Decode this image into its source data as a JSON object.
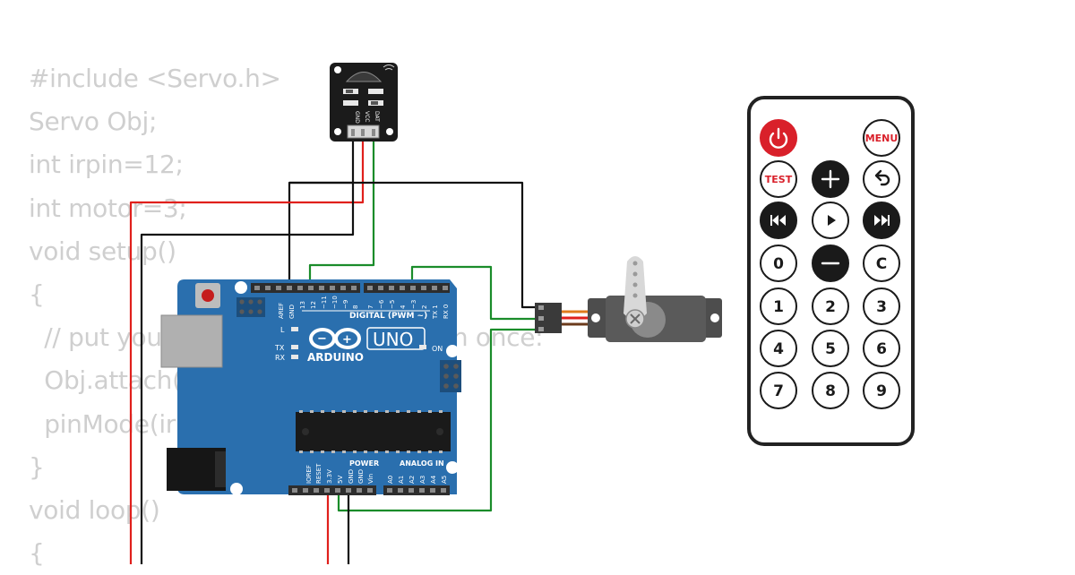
{
  "code_lines": [
    "#include <Servo.h>",
    "Servo Obj;",
    "int irpin=12;",
    "int motor=3;",
    "void setup()",
    "{",
    "  // put your setup code here, to run once:",
    "  Obj.attach(motor);",
    "  pinMode(irpin, INPUT);",
    "}",
    "void loop()",
    "{"
  ],
  "arduino": {
    "brand": "ARDUINO",
    "model": "UNO",
    "on_label": "ON",
    "led_l": "L",
    "led_tx": "TX",
    "led_rx": "RX",
    "digital_label": "DIGITAL (PWM ~)",
    "power_label": "POWER",
    "analog_label": "ANALOG IN",
    "top_pins": [
      "AREF",
      "GND",
      "13",
      "12",
      "~11",
      "~10",
      "~9",
      "8",
      "7",
      "~6",
      "~5",
      "4",
      "~3",
      "2",
      "TX 1",
      "RX 0"
    ],
    "bottom_pins": [
      "IOREF",
      "RESET",
      "3.3V",
      "5V",
      "GND",
      "GND",
      "Vin",
      "A0",
      "A1",
      "A2",
      "A3",
      "A4",
      "A5"
    ]
  },
  "ir_receiver": {
    "pins": [
      "GND",
      "VCC",
      "DAT"
    ]
  },
  "remote": {
    "buttons": [
      {
        "label": "",
        "icon": "power-icon",
        "style": "red"
      },
      {
        "label": "MENU",
        "style": "outline-red"
      },
      {
        "label": "TEST",
        "style": "outline-red"
      },
      {
        "label": "",
        "icon": "plus-icon",
        "style": "dark"
      },
      {
        "label": "",
        "icon": "back-icon",
        "style": "outline"
      },
      {
        "label": "",
        "icon": "rewind-icon",
        "style": "dark"
      },
      {
        "label": "",
        "icon": "play-icon",
        "style": "outline"
      },
      {
        "label": "",
        "icon": "fast-forward-icon",
        "style": "dark"
      },
      {
        "label": "0",
        "style": "outline"
      },
      {
        "label": "",
        "icon": "minus-icon",
        "style": "dark"
      },
      {
        "label": "C",
        "style": "outline"
      },
      {
        "label": "1",
        "style": "outline"
      },
      {
        "label": "2",
        "style": "outline"
      },
      {
        "label": "3",
        "style": "outline"
      },
      {
        "label": "4",
        "style": "outline"
      },
      {
        "label": "5",
        "style": "outline"
      },
      {
        "label": "6",
        "style": "outline"
      },
      {
        "label": "7",
        "style": "outline"
      },
      {
        "label": "8",
        "style": "outline"
      },
      {
        "label": "9",
        "style": "outline"
      }
    ]
  },
  "wires": [
    {
      "name": "ir-gnd-wire",
      "color": "#111111"
    },
    {
      "name": "ir-vcc-wire",
      "color": "#e0201c"
    },
    {
      "name": "ir-dat-wire",
      "color": "#1a8c2a"
    },
    {
      "name": "servo-gnd-wire",
      "color": "#111111"
    },
    {
      "name": "servo-signal-wire",
      "color": "#1a8c2a"
    },
    {
      "name": "servo-power-wire",
      "color": "#1a8c2a"
    },
    {
      "name": "power-5v-wire",
      "color": "#e0201c"
    },
    {
      "name": "power-gnd-wire",
      "color": "#111111"
    }
  ],
  "colors": {
    "board": "#2a6fae",
    "board_dark": "#1f5689",
    "remote_red": "#d9202a",
    "code_text": "#cfcfcf"
  }
}
